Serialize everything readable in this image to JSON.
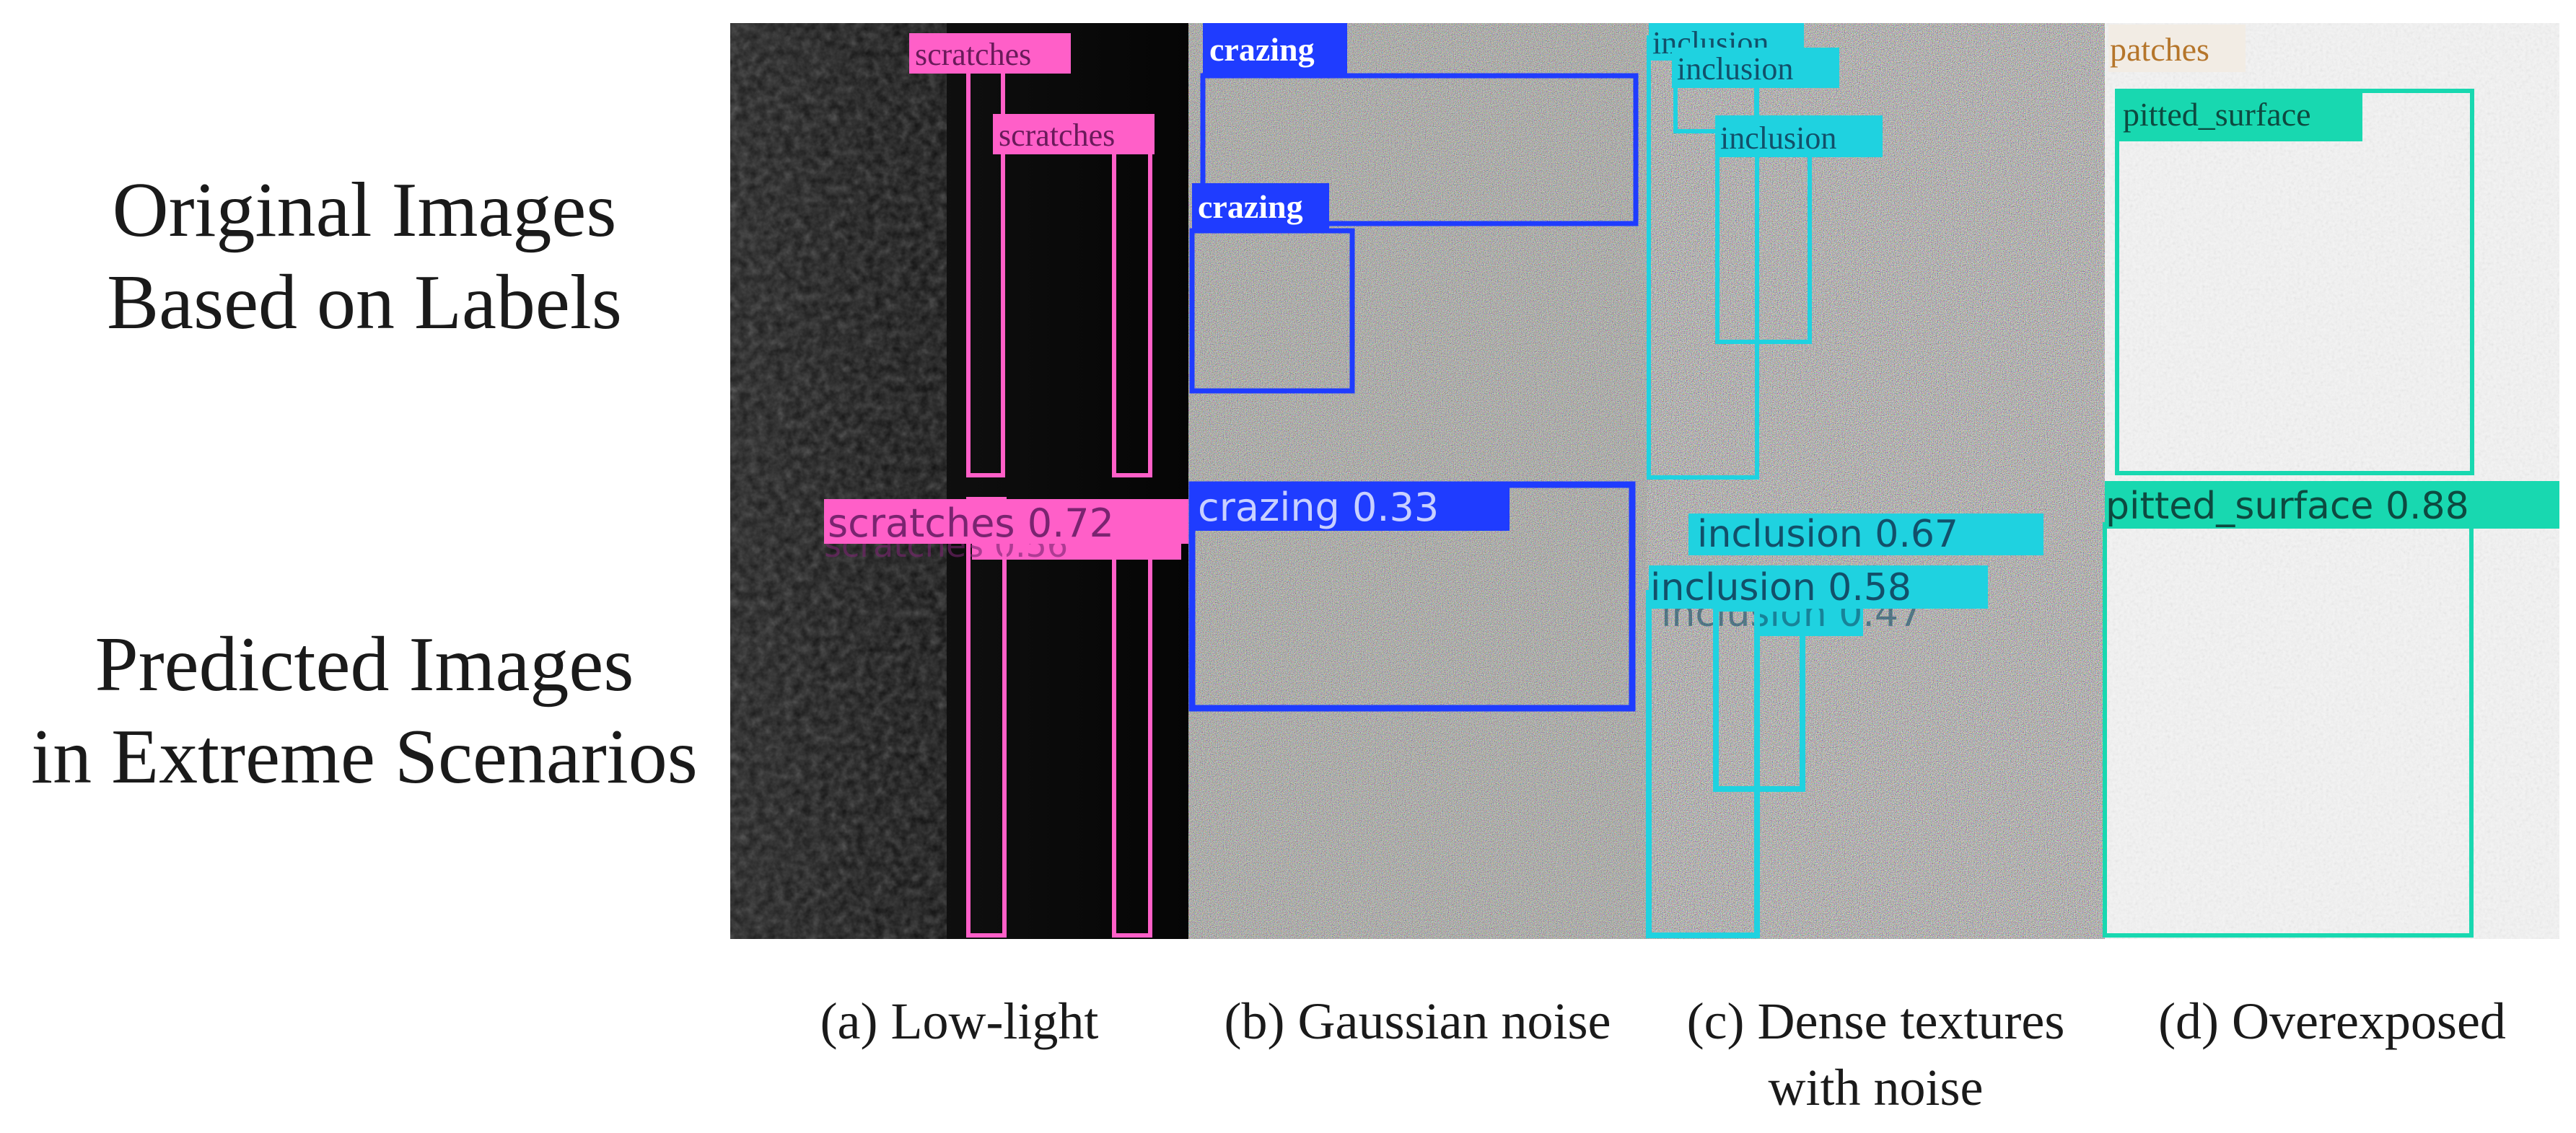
{
  "row_labels": {
    "original": [
      "Original Images",
      "Based on Labels"
    ],
    "predicted": [
      "Predicted Images",
      "in Extreme Scenarios"
    ]
  },
  "captions": [
    [
      "(a) Low-light"
    ],
    [
      "(b) Gaussian noise"
    ],
    [
      "(c) Dense textures",
      "with noise"
    ],
    [
      "(d) Overexposed"
    ]
  ],
  "colors": {
    "scratches": "#ff5fc8",
    "crazing": "#1f3cff",
    "inclusion": "#1fd2e0",
    "pitted_surface": "#18d8b0",
    "patches": "#b5752a"
  },
  "boxes": {
    "a_orig": [
      {
        "label": "scratches"
      },
      {
        "label": "scratches"
      }
    ],
    "a_pred": [
      {
        "label": "scratches 0.72"
      },
      {
        "label": "scratches 0.56"
      }
    ],
    "b_orig": [
      {
        "label": "crazing"
      },
      {
        "label": "crazing"
      }
    ],
    "b_pred": [
      {
        "label": "crazing 0.33"
      }
    ],
    "c_orig": [
      {
        "label": "inclusion"
      },
      {
        "label": "inclusion"
      },
      {
        "label": "inclusion"
      }
    ],
    "c_pred": [
      {
        "label": "inclusion 0.67"
      },
      {
        "label": "inclusion 0.58"
      },
      {
        "label": "inclusion 0.47"
      }
    ],
    "d_orig": [
      {
        "label": "patches"
      },
      {
        "label": "pitted_surface"
      }
    ],
    "d_pred": [
      {
        "label": "pitted_surface 0.88"
      }
    ]
  }
}
